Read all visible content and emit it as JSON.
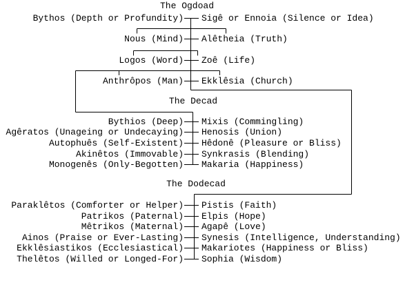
{
  "diagram": {
    "colors": {
      "background": "#ffffff",
      "line": "#000000",
      "text": "#000000"
    },
    "sections": [
      {
        "title": "The Ogdoad",
        "pairs": [
          {
            "left": "Bythos (Depth or Profundity)",
            "right": "Sigê or Ennoia (Silence or Idea)"
          },
          {
            "left": "Nous (Mind)",
            "right": "Alêtheia (Truth)"
          },
          {
            "left": "Logos (Word)",
            "right": "Zoê (Life)"
          },
          {
            "left": "Anthrôpos (Man)",
            "right": "Ekklêsia (Church)"
          }
        ]
      },
      {
        "title": "The Decad",
        "pairs": [
          {
            "left": "Bythios (Deep)",
            "right": "Mixis (Commingling)"
          },
          {
            "left": "Agêratos (Unageing or Undecaying)",
            "right": "Henosis (Union)"
          },
          {
            "left": "Autophuês (Self-Existent)",
            "right": "Hêdonê (Pleasure or Bliss)"
          },
          {
            "left": "Akinêtos (Immovable)",
            "right": "Synkrasis (Blending)"
          },
          {
            "left": "Monogenês (Only-Begotten)",
            "right": "Makaria (Happiness)"
          }
        ]
      },
      {
        "title": "The Dodecad",
        "pairs": [
          {
            "left": "Paraklêtos (Comforter or Helper)",
            "right": "Pistis (Faith)"
          },
          {
            "left": "Patrikos (Paternal)",
            "right": "Elpis (Hope)"
          },
          {
            "left": "Mêtrikos (Maternal)",
            "right": "Agapê (Love)"
          },
          {
            "left": "Ainos (Praise or Ever-Lasting)",
            "right": "Synesis (Intelligence, Understanding)"
          },
          {
            "left": "Ekklêsiastikos (Ecclesiastical)",
            "right": "Makariotes (Happiness or Bliss)"
          },
          {
            "left": "Thelêtos (Willed or Longed-For)",
            "right": "Sophia (Wisdom)"
          }
        ]
      }
    ]
  }
}
